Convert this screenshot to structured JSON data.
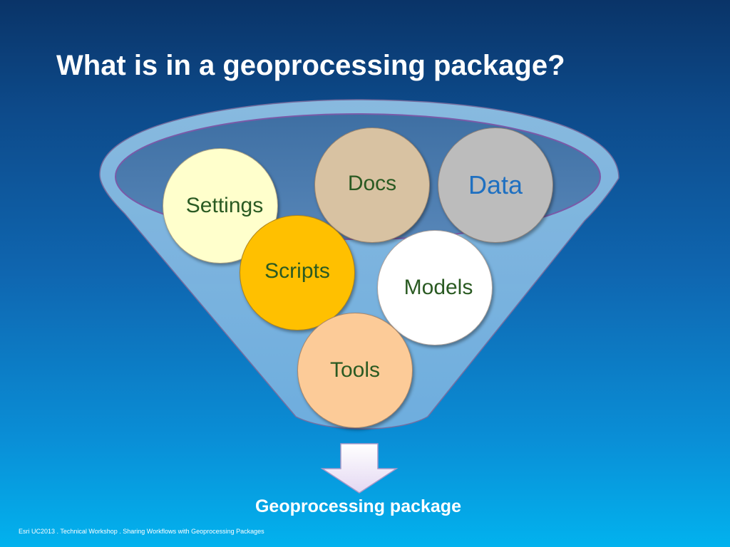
{
  "slide": {
    "title": "What is in a geoprocessing package?",
    "footer": "Esri UC2013 . Technical Workshop . Sharing Workflows with Geoprocessing Packages"
  },
  "diagram": {
    "items": [
      {
        "label": "Settings",
        "color": "#ffffcc"
      },
      {
        "label": "Docs",
        "color": "#d8c2a2"
      },
      {
        "label": "Data",
        "color": "#bcbcbc"
      },
      {
        "label": "Scripts",
        "color": "#ffc000"
      },
      {
        "label": "Models",
        "color": "#ffffff"
      },
      {
        "label": "Tools",
        "color": "#fccb98"
      }
    ],
    "result": "Geoprocessing package",
    "funnel_color": "#7ab4dc",
    "arrow_icon": "down-arrow-icon"
  }
}
